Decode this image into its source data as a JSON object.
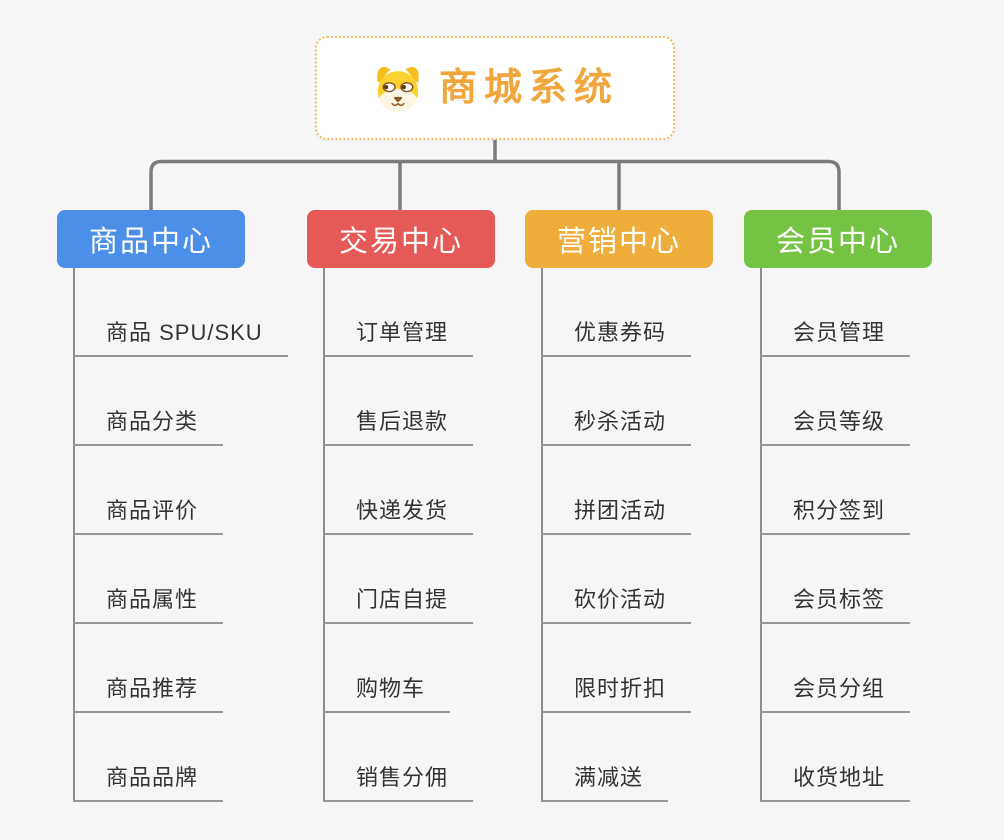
{
  "root": {
    "title": "商城系统",
    "icon": "shiba-dog-icon"
  },
  "branches": [
    {
      "label": "商品中心",
      "color": "#4b8fe8",
      "children": [
        "商品 SPU/SKU",
        "商品分类",
        "商品评价",
        "商品属性",
        "商品推荐",
        "商品品牌"
      ]
    },
    {
      "label": "交易中心",
      "color": "#e55a56",
      "children": [
        "订单管理",
        "售后退款",
        "快递发货",
        "门店自提",
        "购物车",
        "销售分佣"
      ]
    },
    {
      "label": "营销中心",
      "color": "#efad3c",
      "children": [
        "优惠券码",
        "秒杀活动",
        "拼团活动",
        "砍价活动",
        "限时折扣",
        "满减送"
      ]
    },
    {
      "label": "会员中心",
      "color": "#75c344",
      "children": [
        "会员管理",
        "会员等级",
        "积分签到",
        "会员标签",
        "会员分组",
        "收货地址"
      ]
    }
  ],
  "colors": {
    "background": "#f6f6f6",
    "root_text": "#f0a63c",
    "root_border": "#f5bb62",
    "connector": "#7c7c7c",
    "trunk_line": "#8d8d8d",
    "child_line": "#979797",
    "child_text": "#333333"
  }
}
